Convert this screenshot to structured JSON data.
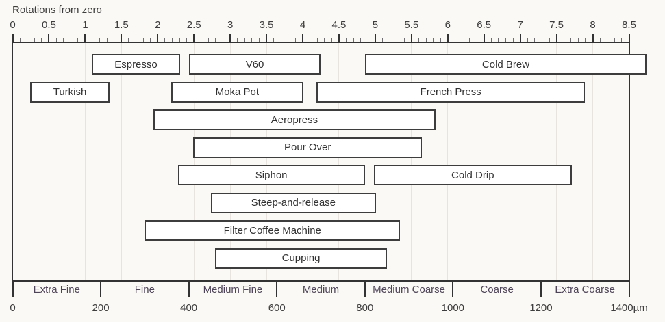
{
  "title": "Rotations from zero",
  "colors": {
    "background": "#fbf9f5",
    "axis": "#333333",
    "minor_tick": "#6e6e6e",
    "gridline": "#e7e4df",
    "box_border": "#3d3d3d",
    "box_fill": "#ffffff",
    "box_text": "#323232",
    "tick_label_text": "#3d3d3d",
    "category_text": "#4d4458"
  },
  "chart_data": {
    "type": "bar",
    "subtype": "horizontal-range-bars",
    "title": "Rotations from zero",
    "grid": true,
    "legend": "none",
    "top_axis": {
      "label": "Rotations from zero",
      "unit": "rotations",
      "min": 0,
      "max": 8.5,
      "major_step": 0.5,
      "minor_step": 0.1,
      "tick_labels": [
        "0",
        "0.5",
        "1",
        "1.5",
        "2",
        "2.5",
        "3",
        "3.5",
        "4",
        "4.5",
        "5",
        "5.5",
        "6",
        "6.5",
        "7",
        "7.5",
        "8",
        "8.5"
      ]
    },
    "bottom_axis": {
      "unit": "µm",
      "min": 0,
      "max": 1400,
      "tick_step": 200,
      "tick_labels": [
        "0",
        "200",
        "400",
        "600",
        "800",
        "1000",
        "1200",
        "1400µm"
      ],
      "categories": [
        "Extra Fine",
        "Fine",
        "Medium Fine",
        "Medium",
        "Medium Coarse",
        "Coarse",
        "Extra Coarse"
      ],
      "category_span_um": 200
    },
    "series": [
      {
        "name": "Espresso",
        "start_um": 180,
        "end_um": 380,
        "row": 1
      },
      {
        "name": "V60",
        "start_um": 400,
        "end_um": 700,
        "row": 1
      },
      {
        "name": "Cold Brew",
        "start_um": 800,
        "end_um": 1440,
        "row": 1
      },
      {
        "name": "Turkish",
        "start_um": 40,
        "end_um": 220,
        "row": 2
      },
      {
        "name": "Moka Pot",
        "start_um": 360,
        "end_um": 660,
        "row": 2
      },
      {
        "name": "French Press",
        "start_um": 690,
        "end_um": 1300,
        "row": 2
      },
      {
        "name": "Aeropress",
        "start_um": 320,
        "end_um": 960,
        "row": 3
      },
      {
        "name": "Pour Over",
        "start_um": 410,
        "end_um": 930,
        "row": 4
      },
      {
        "name": "Siphon",
        "start_um": 375,
        "end_um": 800,
        "row": 5
      },
      {
        "name": "Cold Drip",
        "start_um": 820,
        "end_um": 1270,
        "row": 5
      },
      {
        "name": "Steep-and-release",
        "start_um": 450,
        "end_um": 825,
        "row": 6
      },
      {
        "name": "Filter Coffee Machine",
        "start_um": 300,
        "end_um": 880,
        "row": 7
      },
      {
        "name": "Cupping",
        "start_um": 460,
        "end_um": 850,
        "row": 8
      }
    ]
  }
}
